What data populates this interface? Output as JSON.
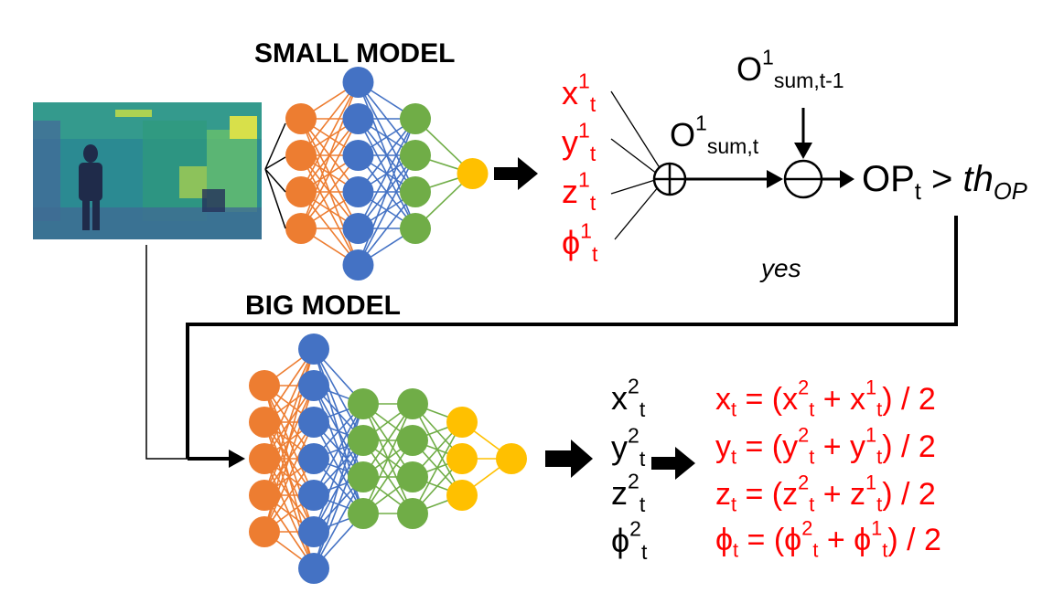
{
  "titles": {
    "small_model": "SMALL MODEL",
    "big_model": "BIG MODEL"
  },
  "small_outputs": [
    {
      "base": "x",
      "sup": "1",
      "sub": "t"
    },
    {
      "base": "y",
      "sup": "1",
      "sub": "t"
    },
    {
      "base": "z",
      "sup": "1",
      "sub": "t"
    },
    {
      "base": "ϕ",
      "sup": "1",
      "sub": "t"
    }
  ],
  "sum_current": {
    "base": "O",
    "sup": "1",
    "sub": "sum,t"
  },
  "sum_previous": {
    "base": "O",
    "sup": "1",
    "sub": "sum,t-1"
  },
  "op_compare": {
    "base": "OP",
    "sub": "t",
    "op": ">",
    "th": "th",
    "th_sub": "OP"
  },
  "yes_label": "yes",
  "big_outputs": [
    {
      "base": "x",
      "sup": "2",
      "sub": "t"
    },
    {
      "base": "y",
      "sup": "2",
      "sub": "t"
    },
    {
      "base": "z",
      "sup": "2",
      "sub": "t"
    },
    {
      "base": "ϕ",
      "sup": "2",
      "sub": "t"
    }
  ],
  "averages": [
    {
      "lhs": "x",
      "lhs_sub": "t",
      "a": "x",
      "b": "x"
    },
    {
      "lhs": "y",
      "lhs_sub": "t",
      "a": "y",
      "b": "y"
    },
    {
      "lhs": "z",
      "lhs_sub": "t",
      "a": "z",
      "b": "z"
    },
    {
      "lhs": "ϕ",
      "lhs_sub": "t",
      "a": "ϕ",
      "b": "ϕ"
    }
  ],
  "avg_parts": {
    "eq": " = (",
    "plus": " + ",
    "close": ") / 2",
    "sup_a": "2",
    "sup_b": "1",
    "sub": "t"
  },
  "colors": {
    "orange": "#ed7d31",
    "blue": "#4472c4",
    "green": "#70ad47",
    "yellow": "#ffc000",
    "red": "#ff0000",
    "black": "#000000"
  },
  "small_network": {
    "layers": [
      4,
      6,
      4,
      1
    ],
    "colors": [
      "orange",
      "blue",
      "green",
      "yellow"
    ]
  },
  "big_network": {
    "layers": [
      5,
      7,
      4,
      4,
      3,
      1
    ],
    "colors": [
      "orange",
      "blue",
      "green",
      "green",
      "yellow",
      "yellow"
    ]
  },
  "icons": {
    "summing_junction": "circle-plus-icon",
    "difference_junction": "circle-minus-icon",
    "flow_arrow": "thick-right-arrow-icon"
  }
}
